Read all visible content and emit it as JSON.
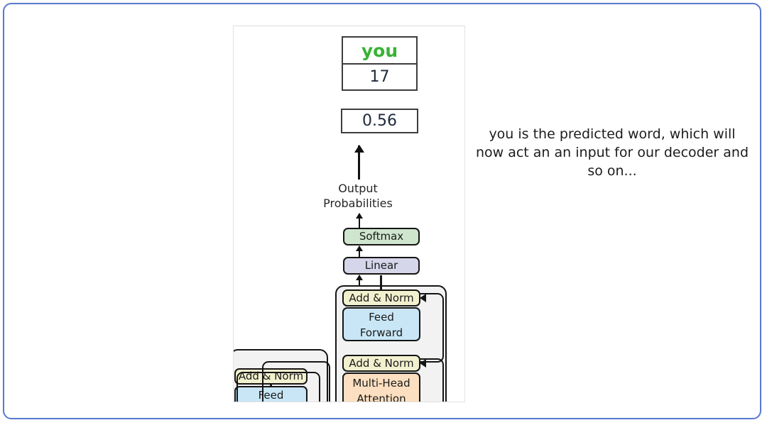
{
  "slide": {
    "border_color": "#5878d0",
    "background": "#ffffff"
  },
  "prediction": {
    "token_label": "you",
    "token_color": "#38b335",
    "token_index": "17",
    "probability": "0.56"
  },
  "diagram": {
    "output_label_line1": "Output",
    "output_label_line2": "Probabilities",
    "blocks": {
      "softmax": "Softmax",
      "linear": "Linear",
      "add_norm_1": "Add & Norm",
      "feed_forward_line1": "Feed",
      "feed_forward_line2": "Forward",
      "add_norm_2": "Add & Norm",
      "multi_head_line1": "Multi-Head",
      "multi_head_line2": "Attention",
      "encoder_add_norm": "Add & Norm",
      "encoder_feed": "Feed"
    },
    "colors": {
      "softmax": "#cfe5cd",
      "linear": "#d5d6ea",
      "add_norm": "#f2f1cf",
      "feed_forward": "#c9e6f6",
      "attention": "#fbdfc0",
      "shell": "#f2f2f2",
      "outline": "#151515"
    }
  },
  "caption": {
    "text": "you is the predicted word, which will now act an an input for our decoder and so on..."
  }
}
